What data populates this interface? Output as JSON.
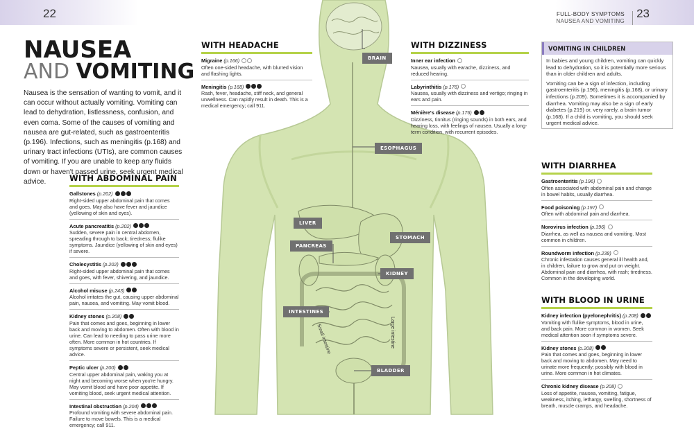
{
  "page": {
    "left_number": "22",
    "right_number": "23",
    "running_head": "FULL-BODY SYMPTOMS",
    "running_sub": "NAUSEA AND VOMITING"
  },
  "title": {
    "line1": "NAUSEA",
    "line2_light": "AND",
    "line2_bold": "VOMITING"
  },
  "intro": "Nausea is the sensation of wanting to vomit, and it can occur without actually vomiting. Vomiting can lead to dehydration, listlessness, confusion, and even coma. Some of the causes of vomiting and nausea are gut-related, such as gastroenteritis (p.196). Infections, such as meningitis (p.168) and urinary tract infections (UTIs), are common causes of vomiting. If you are unable to keep any fluids down or haven't passed urine, seek urgent medical advice.",
  "colors": {
    "accent_green": "#b5d24a",
    "body_fill": "#d4e4b2",
    "callout_gray": "#707070",
    "box_purple": "#d8d2ea"
  },
  "severity_legend": "filled-circle = more serious; outline-circle = less serious",
  "sections": {
    "headache": {
      "title": "WITH HEADACHE",
      "entries": [
        {
          "name": "Migraine",
          "ref": "(p.166)",
          "severity": [
            0,
            0
          ],
          "text": "Often one-sided headache, with blurred vision and flashing lights."
        },
        {
          "name": "Meningitis",
          "ref": "(p.168)",
          "severity": [
            1,
            1,
            1
          ],
          "text": "Rash, fever, headache, stiff neck, and general unwellness. Can rapidly result in death. This is a medical emergency; call 911."
        }
      ]
    },
    "dizziness": {
      "title": "WITH DIZZINESS",
      "entries": [
        {
          "name": "Inner ear infection",
          "ref": "",
          "severity": [
            0
          ],
          "text": "Nausea, usually with earache, dizziness, and reduced hearing."
        },
        {
          "name": "Labyrinthitis",
          "ref": "(p.176)",
          "severity": [
            0
          ],
          "text": "Nausea, usually with dizziness and vertigo; ringing in ears and pain."
        },
        {
          "name": "Ménière's disease",
          "ref": "(p.176)",
          "severity": [
            1,
            1
          ],
          "text": "Dizziness, tinnitus (ringing sounds) in both ears, and hearing loss, with feelings of nausea. Usually a long-term condition, with recurrent episodes."
        }
      ]
    },
    "abdominal": {
      "title": "WITH ABDOMINAL PAIN",
      "entries": [
        {
          "name": "Gallstones",
          "ref": "(p.202)",
          "severity": [
            1,
            1,
            1
          ],
          "text": "Right-sided upper abdominal pain that comes and goes. May also have fever and jaundice (yellowing of skin and eyes)."
        },
        {
          "name": "Acute pancreatitis",
          "ref": "(p.202)",
          "severity": [
            1,
            1,
            1
          ],
          "text": "Sudden, severe pain in central abdomen, spreading through to back; tiredness; flulike symptoms. Jaundice (yellowing of skin and eyes) if severe."
        },
        {
          "name": "Cholecystitis",
          "ref": "(p.202)",
          "severity": [
            1,
            1,
            1
          ],
          "text": "Right-sided upper abdominal pain that comes and goes, with fever, shivering, and jaundice."
        },
        {
          "name": "Alcohol misuse",
          "ref": "(p.243)",
          "severity": [
            1,
            1
          ],
          "text": "Alcohol irritates the gut, causing upper abdominal pain, nausea, and vomiting. May vomit blood."
        },
        {
          "name": "Kidney stones",
          "ref": "(p.208)",
          "severity": [
            1,
            1
          ],
          "text": "Pain that comes and goes, beginning in lower back and moving to abdomen. Often with blood in urine. Can lead to needing to pass urine more often. More common in hot countries. If symptoms severe or persistent, seek medical advice."
        },
        {
          "name": "Peptic ulcer",
          "ref": "(p.200)",
          "severity": [
            1,
            1
          ],
          "text": "Central upper abdominal pain, waking you at night and becoming worse when you're hungry. May vomit blood and have poor appetite. If vomiting blood, seek urgent medical attention."
        },
        {
          "name": "Intestinal obstruction",
          "ref": "(p.204)",
          "severity": [
            1,
            1,
            1
          ],
          "text": "Profound vomiting with severe abdominal pain. Failure to move bowels. This is a medical emergency; call 911."
        }
      ]
    },
    "diarrhea": {
      "title": "WITH DIARRHEA",
      "entries": [
        {
          "name": "Gastroenteritis",
          "ref": "(p.196)",
          "severity": [
            0
          ],
          "text": "Often associated with abdominal pain and change in bowel habits, usually diarrhea."
        },
        {
          "name": "Food poisoning",
          "ref": "(p.197)",
          "severity": [
            0
          ],
          "text": "Often with abdominal pain and diarrhea."
        },
        {
          "name": "Norovirus infection",
          "ref": "(p.196)",
          "severity": [
            0
          ],
          "text": "Diarrhea, as well as nausea and vomiting. Most common in children."
        },
        {
          "name": "Roundworm infection",
          "ref": "(p.238)",
          "severity": [
            0
          ],
          "text": "Chronic infestation causes general ill health and, in children, failure to grow and put on weight. Abdominal pain and diarrhea, with rash; tiredness. Common in the developing world."
        }
      ]
    },
    "blood": {
      "title": "WITH BLOOD IN URINE",
      "entries": [
        {
          "name": "Kidney infection (pyelonephritis)",
          "ref": "(p.208)",
          "severity": [
            1,
            1
          ],
          "text": "Vomiting with flulike symptoms, blood in urine, and back pain. More common in women. Seek medical attention soon if symptoms severe."
        },
        {
          "name": "Kidney stones",
          "ref": "(p.208)",
          "severity": [
            1,
            1
          ],
          "text": "Pain that comes and goes, beginning in lower back and moving to abdomen. May need to urinate more frequently; possibly with blood in urine. More common in hot climates."
        },
        {
          "name": "Chronic kidney disease",
          "ref": "(p.208)",
          "severity": [
            0
          ],
          "text": "Loss of appetite, nausea, vomiting, fatigue, weakness, itching, lethargy, swelling, shortness of breath, muscle cramps, and headache."
        }
      ]
    }
  },
  "children_box": {
    "title": "VOMITING IN CHILDREN",
    "p1": "In babies and young children, vomiting can quickly lead to dehydration, so it is potentially more serious than in older children and adults.",
    "p2": "Vomiting can be a sign of infection, including gastroenteritis (p.196), meningitis (p.168), or urinary infections (p.209). Sometimes it is accompanied by diarrhea. Vomiting may also be a sign of early diabetes (p.219) or, very rarely, a brain tumor (p.168). If a child is vomiting, you should seek urgent medical advice."
  },
  "callouts": {
    "brain": "BRAIN",
    "esophagus": "ESOPHAGUS",
    "liver": "LIVER",
    "pancreas": "PANCREAS",
    "stomach": "STOMACH",
    "kidney": "KIDNEY",
    "intestines": "INTESTINES",
    "bladder": "BLADDER"
  },
  "organ_labels": {
    "large_intestine": "Large intestine",
    "small_intestine": "Small intestine"
  }
}
